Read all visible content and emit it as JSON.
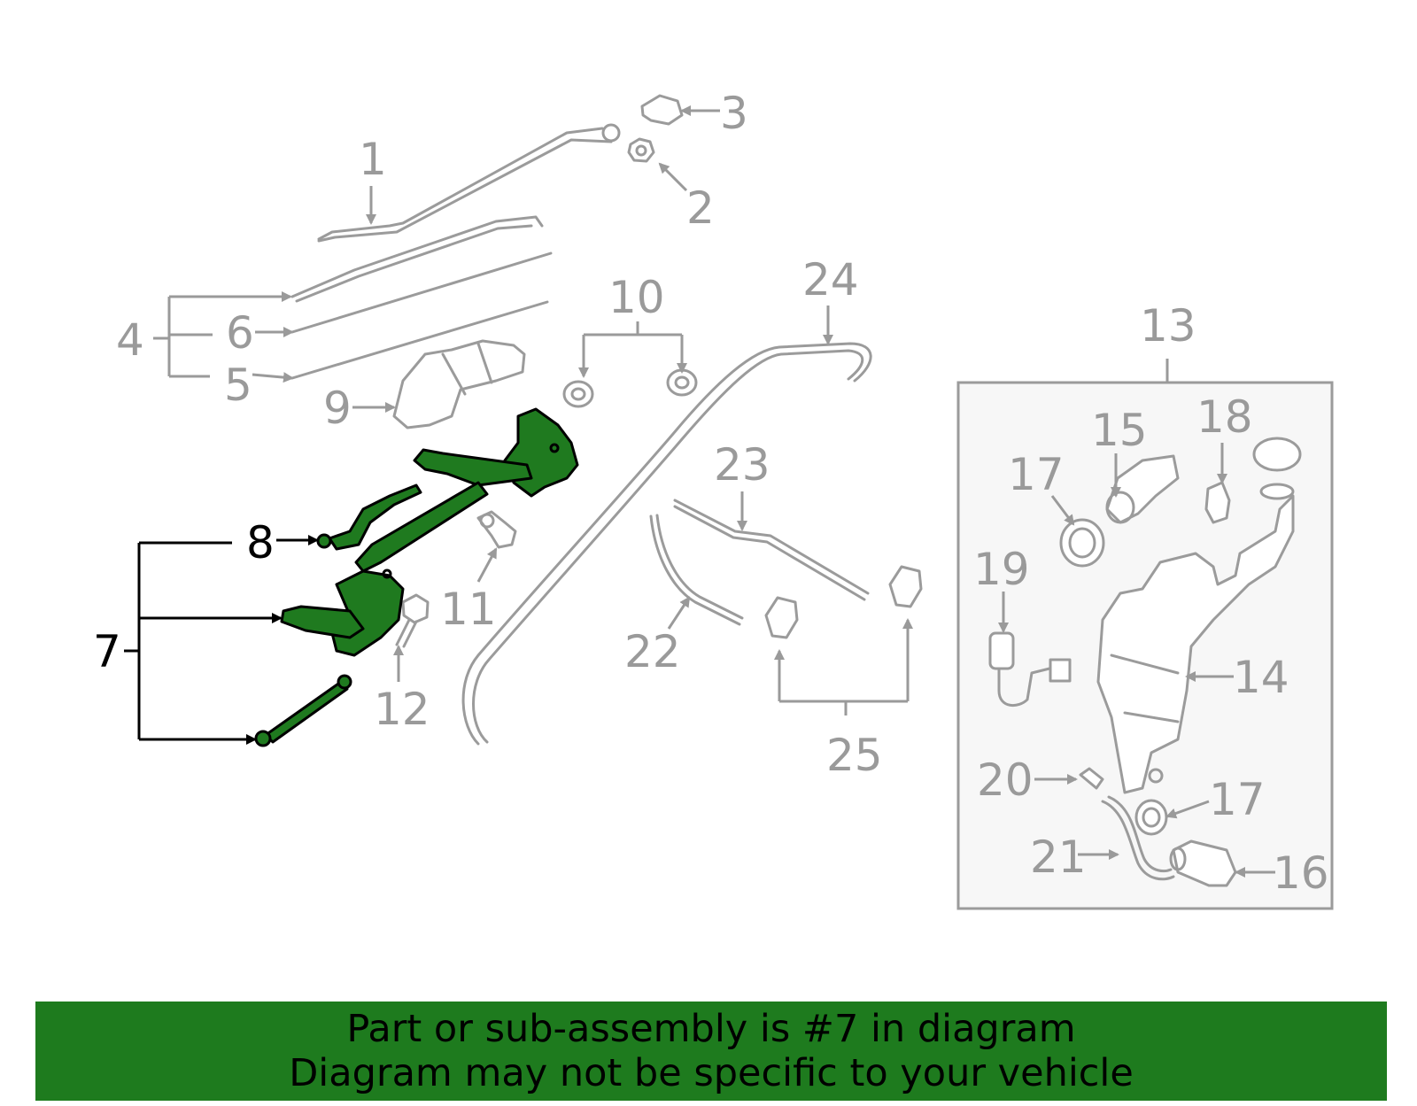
{
  "callouts": {
    "c1": "1",
    "c2": "2",
    "c3": "3",
    "c4": "4",
    "c5": "5",
    "c6": "6",
    "c7": "7",
    "c8": "8",
    "c9": "9",
    "c10": "10",
    "c11": "11",
    "c12": "12",
    "c13": "13",
    "c14": "14",
    "c15": "15",
    "c16": "16",
    "c17a": "17",
    "c17b": "17",
    "c18": "18",
    "c19": "19",
    "c20": "20",
    "c21": "21",
    "c22": "22",
    "c23": "23",
    "c24": "24",
    "c25": "25"
  },
  "highlighted_part": "7",
  "colors": {
    "highlight": "#1f7a1f",
    "banner_background": "#1e7b1e",
    "part_outline": "#9b9b9b",
    "callout_text": "#9a9a9a",
    "highlight_callout_text": "#000000"
  },
  "banner": {
    "line1": "Part or sub-assembly is #7 in diagram",
    "line2": "Diagram may not be specific to your vehicle"
  }
}
